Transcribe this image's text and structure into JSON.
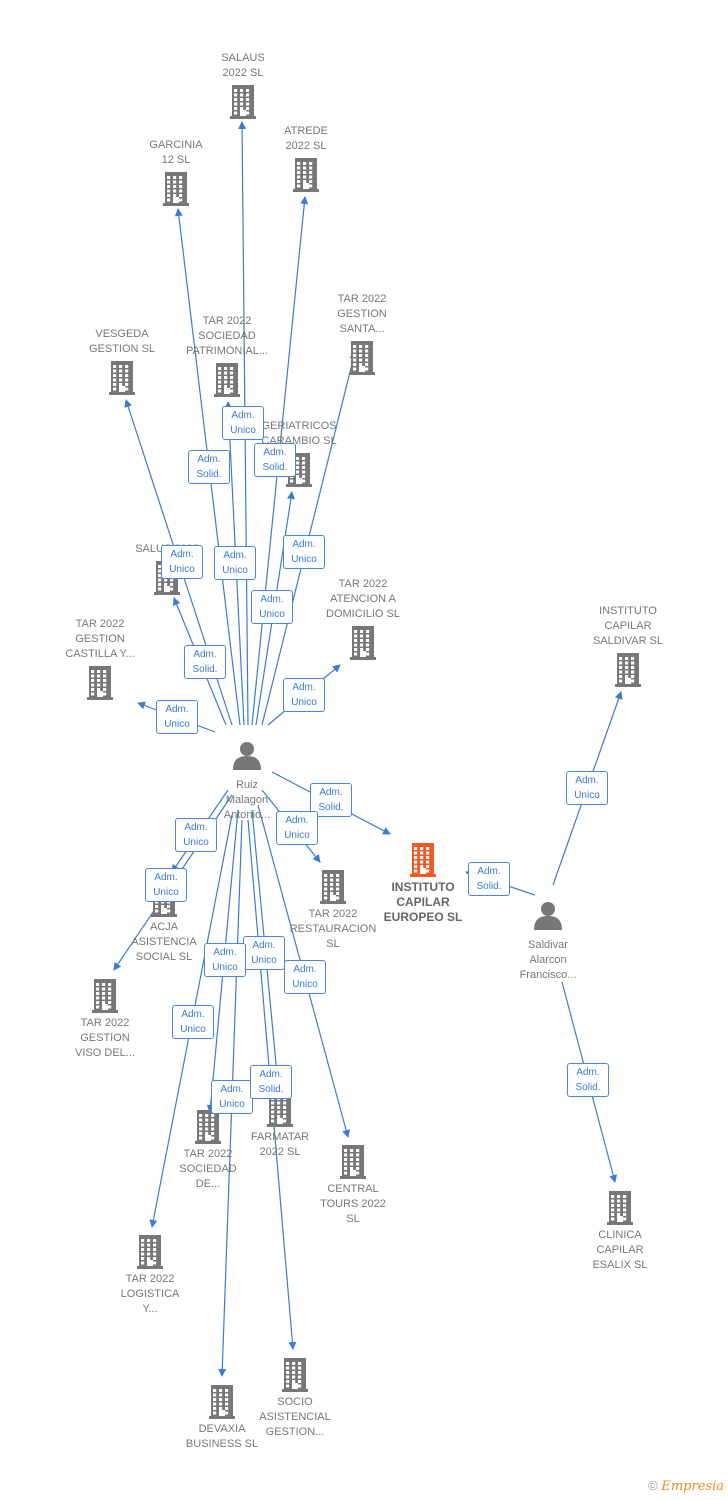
{
  "nodes": [
    {
      "id": "ruiz",
      "type": "person",
      "label": "Ruiz\nMalagon\nAntonio..."
    },
    {
      "id": "saldivar_p",
      "type": "person",
      "label": "Saldivar\nAlarcon\nFrancisco..."
    },
    {
      "id": "instituto_europeo",
      "type": "company",
      "focus": true,
      "label": "INSTITUTO\nCAPILAR\nEUROPEO  SL"
    },
    {
      "id": "salaus",
      "type": "company",
      "label": "SALAUS\n2022  SL"
    },
    {
      "id": "garcinia",
      "type": "company",
      "label": "GARCINIA\n12 SL"
    },
    {
      "id": "atrede",
      "type": "company",
      "label": "ATREDE\n2022  SL"
    },
    {
      "id": "tar_santa",
      "type": "company",
      "label": "TAR 2022\nGESTION\nSANTA..."
    },
    {
      "id": "vesgeda",
      "type": "company",
      "label": "VESGEDA\nGESTION  SL"
    },
    {
      "id": "tar_patrimonial",
      "type": "company",
      "label": "TAR 2022\nSOCIEDAD\nPATRIMONIAL..."
    },
    {
      "id": "geriatricos",
      "type": "company",
      "label": "GERIATRICOS\nCARAMBIO  SL"
    },
    {
      "id": "salus",
      "type": "company",
      "label": "SALUS 2022"
    },
    {
      "id": "tar_atencion",
      "type": "company",
      "label": "TAR 2022\nATENCION A\nDOMICILIO  SL"
    },
    {
      "id": "tar_castilla",
      "type": "company",
      "label": "TAR 2022\nGESTION\nCASTILLA Y..."
    },
    {
      "id": "instituto_saldivar",
      "type": "company",
      "label": "INSTITUTO\nCAPILAR\nSALDIVAR  SL"
    },
    {
      "id": "acja",
      "type": "company",
      "label": "ACJA\nASISTENCIA\nSOCIAL  SL"
    },
    {
      "id": "tar_restauracion",
      "type": "company",
      "label": "TAR 2022\nRESTAURACION\nSL"
    },
    {
      "id": "tar_viso",
      "type": "company",
      "label": "TAR 2022\nGESTION\nVISO DEL..."
    },
    {
      "id": "farmatar",
      "type": "company",
      "label": "FARMATAR\n2022  SL"
    },
    {
      "id": "tar_sociedad_de",
      "type": "company",
      "label": "TAR 2022\nSOCIEDAD\nDE..."
    },
    {
      "id": "central_tours",
      "type": "company",
      "label": "CENTRAL\nTOURS 2022\nSL"
    },
    {
      "id": "clinica_esalix",
      "type": "company",
      "label": "CLINICA\nCAPILAR\nESALIX  SL"
    },
    {
      "id": "tar_logistica",
      "type": "company",
      "label": "TAR 2022\nLOGISTICA\nY..."
    },
    {
      "id": "devaxia",
      "type": "company",
      "label": "DEVAXIA\nBUSINESS  SL"
    },
    {
      "id": "socio_asistencial",
      "type": "company",
      "label": "SOCIO\nASISTENCIAL\nGESTION..."
    }
  ],
  "edges": [
    {
      "from": "ruiz",
      "to": "salaus",
      "label": "Adm.\nUnico"
    },
    {
      "from": "ruiz",
      "to": "garcinia",
      "label": "Adm.\nSolid."
    },
    {
      "from": "ruiz",
      "to": "atrede",
      "label": "Adm.\nSolid."
    },
    {
      "from": "ruiz",
      "to": "tar_santa",
      "label": "Adm.\nUnico"
    },
    {
      "from": "ruiz",
      "to": "vesgeda",
      "label": "Adm.\nUnico"
    },
    {
      "from": "ruiz",
      "to": "tar_patrimonial",
      "label": "Adm.\nUnico"
    },
    {
      "from": "ruiz",
      "to": "geriatricos",
      "label": "Adm.\nUnico"
    },
    {
      "from": "ruiz",
      "to": "salus",
      "label": "Adm.\nSolid."
    },
    {
      "from": "ruiz",
      "to": "tar_atencion",
      "label": "Adm.\nUnico"
    },
    {
      "from": "ruiz",
      "to": "tar_castilla",
      "label": "Adm.\nUnico"
    },
    {
      "from": "ruiz",
      "to": "instituto_europeo",
      "label": "Adm.\nSolid."
    },
    {
      "from": "ruiz",
      "to": "tar_restauracion",
      "label": "Adm.\nUnico"
    },
    {
      "from": "ruiz",
      "to": "acja",
      "label": "Adm.\nUnico"
    },
    {
      "from": "ruiz",
      "to": "tar_viso",
      "label": "Adm.\nUnico"
    },
    {
      "from": "ruiz",
      "to": "farmatar",
      "label": "Adm.\nUnico"
    },
    {
      "from": "ruiz",
      "to": "tar_sociedad_de",
      "label": "Adm.\nUnico"
    },
    {
      "from": "ruiz",
      "to": "central_tours",
      "label": "Adm.\nUnico"
    },
    {
      "from": "ruiz",
      "to": "tar_logistica",
      "label": "Adm.\nUnico"
    },
    {
      "from": "ruiz",
      "to": "devaxia",
      "label": "Adm.\nUnico"
    },
    {
      "from": "ruiz",
      "to": "socio_asistencial",
      "label": "Adm.\nSolid."
    },
    {
      "from": "saldivar_p",
      "to": "instituto_saldivar",
      "label": "Adm.\nUnico"
    },
    {
      "from": "saldivar_p",
      "to": "instituto_europeo",
      "label": "Adm.\nSolid."
    },
    {
      "from": "saldivar_p",
      "to": "clinica_esalix",
      "label": "Adm.\nSolid."
    }
  ],
  "colors": {
    "edge": "#3b7bd1",
    "company_icon": "#777777",
    "focus_icon": "#f15a24",
    "person_icon": "#777777",
    "badge_border": "#4a87d6"
  },
  "footer": {
    "symbol": "©",
    "brand": "Empresia"
  }
}
